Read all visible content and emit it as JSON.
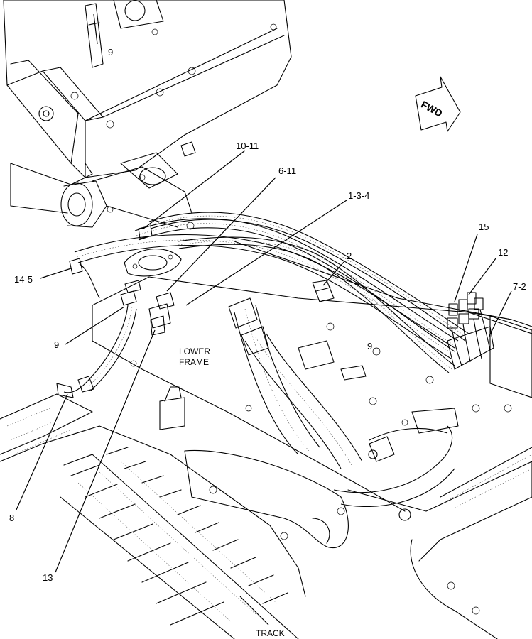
{
  "callouts": {
    "c9_top": "9",
    "c10_11": "10-11",
    "c6_11": "6-11",
    "c1_3_4": "1-3-4",
    "c15": "15",
    "c12": "12",
    "c2": "2",
    "c7_2": "7-2",
    "c14_5": "14-5",
    "c9_left": "9",
    "c9_mid": "9",
    "c8": "8",
    "c13": "13"
  },
  "labels": {
    "lower": "LOWER",
    "frame": "FRAME",
    "track": "TRACK",
    "fwd": "FWD"
  }
}
